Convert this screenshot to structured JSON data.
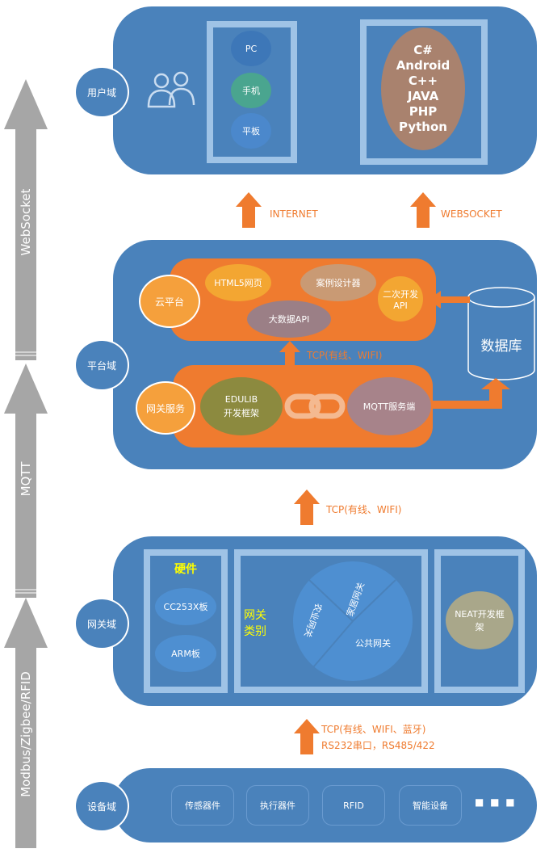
{
  "colors": {
    "panel": "#4a82bb",
    "orange": "#ef7b2f",
    "frame": "#9fc3e6",
    "gray": "#a6a6a6"
  },
  "side_arrows": {
    "websocket": "WebSocket",
    "mqtt": "MQTT",
    "modbus": "Modbus/Zigbee/RFID"
  },
  "user_domain": {
    "label": "用户域",
    "devices": [
      "PC",
      "手机",
      "平板"
    ],
    "languages": [
      "C#",
      "Android",
      "C++",
      "JAVA",
      "PHP",
      "Python"
    ]
  },
  "link_internet": "INTERNET",
  "link_websocket": "WEBSOCKET",
  "platform_domain": {
    "label": "平台域",
    "cloud": "云平台",
    "html5": "HTML5网页",
    "case_designer": "案例设计器",
    "secondary_api": "二次开发API",
    "bigdata_api": "大数据API",
    "tcp_inner": "TCP(有线、WIFI)",
    "gateway_service": "网关服务",
    "edulib_line1": "EDULIB",
    "edulib_line2": "开发框架",
    "mqtt_server": "MQTT服务端",
    "database": "数据库"
  },
  "link_tcp_mid": "TCP(有线、WIFI)",
  "gateway_domain": {
    "label": "网关域",
    "hardware_title": "硬件",
    "cc2530": "CC253X板",
    "arm": "ARM板",
    "category_title_1": "网关",
    "category_title_2": "类别",
    "home_gw": "家居网关",
    "agri_gw": "农业网关",
    "public_gw": "公共网关",
    "neat": "NEAT开发框架"
  },
  "link_tcp_bottom_1": "TCP(有线、WIFI、蓝牙)",
  "link_tcp_bottom_2": "RS232串口，RS485/422",
  "device_domain": {
    "label": "设备域",
    "items": [
      "传感器件",
      "执行器件",
      "RFID",
      "智能设备"
    ],
    "more": "■ ■ ■"
  }
}
